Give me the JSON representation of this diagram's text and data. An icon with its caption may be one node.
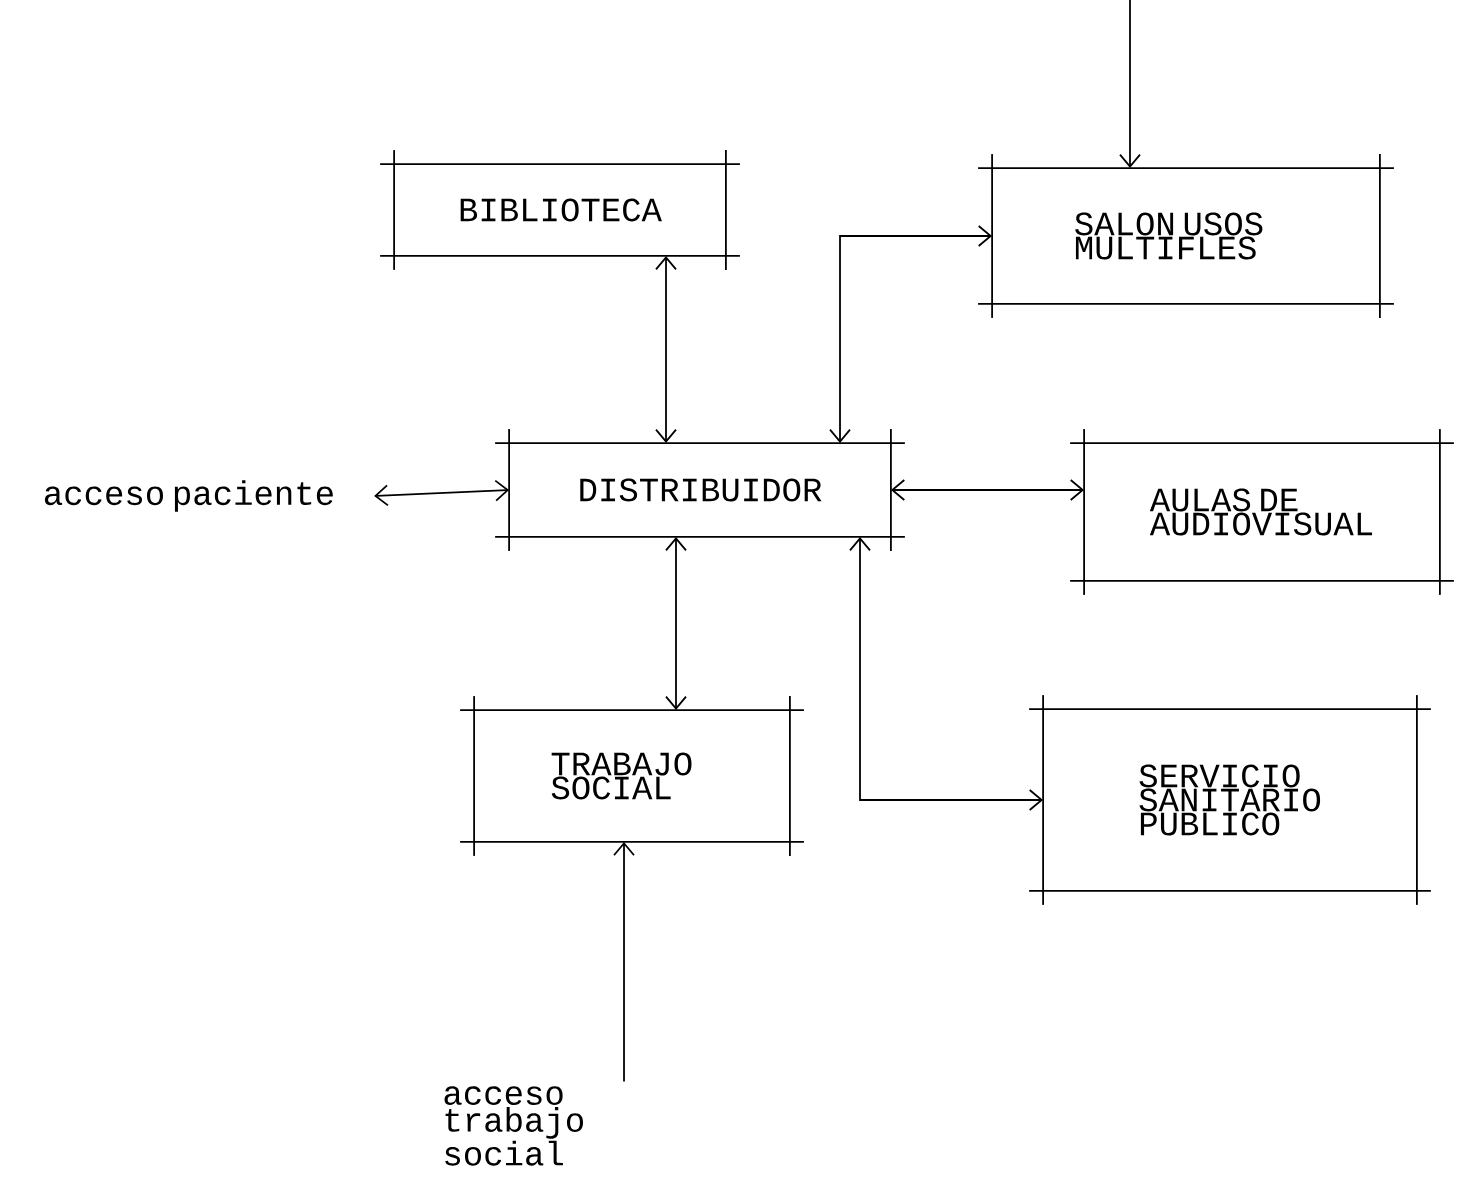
{
  "diagram": {
    "nodes": [
      {
        "text": [
          "BIBLIOTECA"
        ]
      },
      {
        "text": [
          "SALON USOS MULTIFLES"
        ]
      },
      {
        "text": [
          "acceso paciente"
        ]
      },
      {
        "text": [
          "DISTRIBUIDOR"
        ]
      },
      {
        "text": [
          "AULAS DE AUDIOVISUAL"
        ]
      },
      {
        "text": [
          "TRABAJO SOCIAL"
        ]
      },
      {
        "text": [
          "SERVICIO SANITARIO PUBLICO"
        ]
      },
      {
        "text": [
          "acceso trabajo social"
        ]
      }
    ],
    "edges": [
      {
        "from": null,
        "to": 1,
        "arrow": "to"
      },
      {
        "from": 0,
        "to": 3,
        "arrow": "both"
      },
      {
        "from": 3,
        "to": 1,
        "arrow": "both"
      },
      {
        "from": 2,
        "to": 3,
        "arrow": "both"
      },
      {
        "from": 3,
        "to": 4,
        "arrow": "both"
      },
      {
        "from": 3,
        "to": 5,
        "arrow": "both"
      },
      {
        "from": 3,
        "to": 6,
        "arrow": "both"
      },
      {
        "from": 7,
        "to": 5,
        "arrow": "to"
      }
    ]
  }
}
